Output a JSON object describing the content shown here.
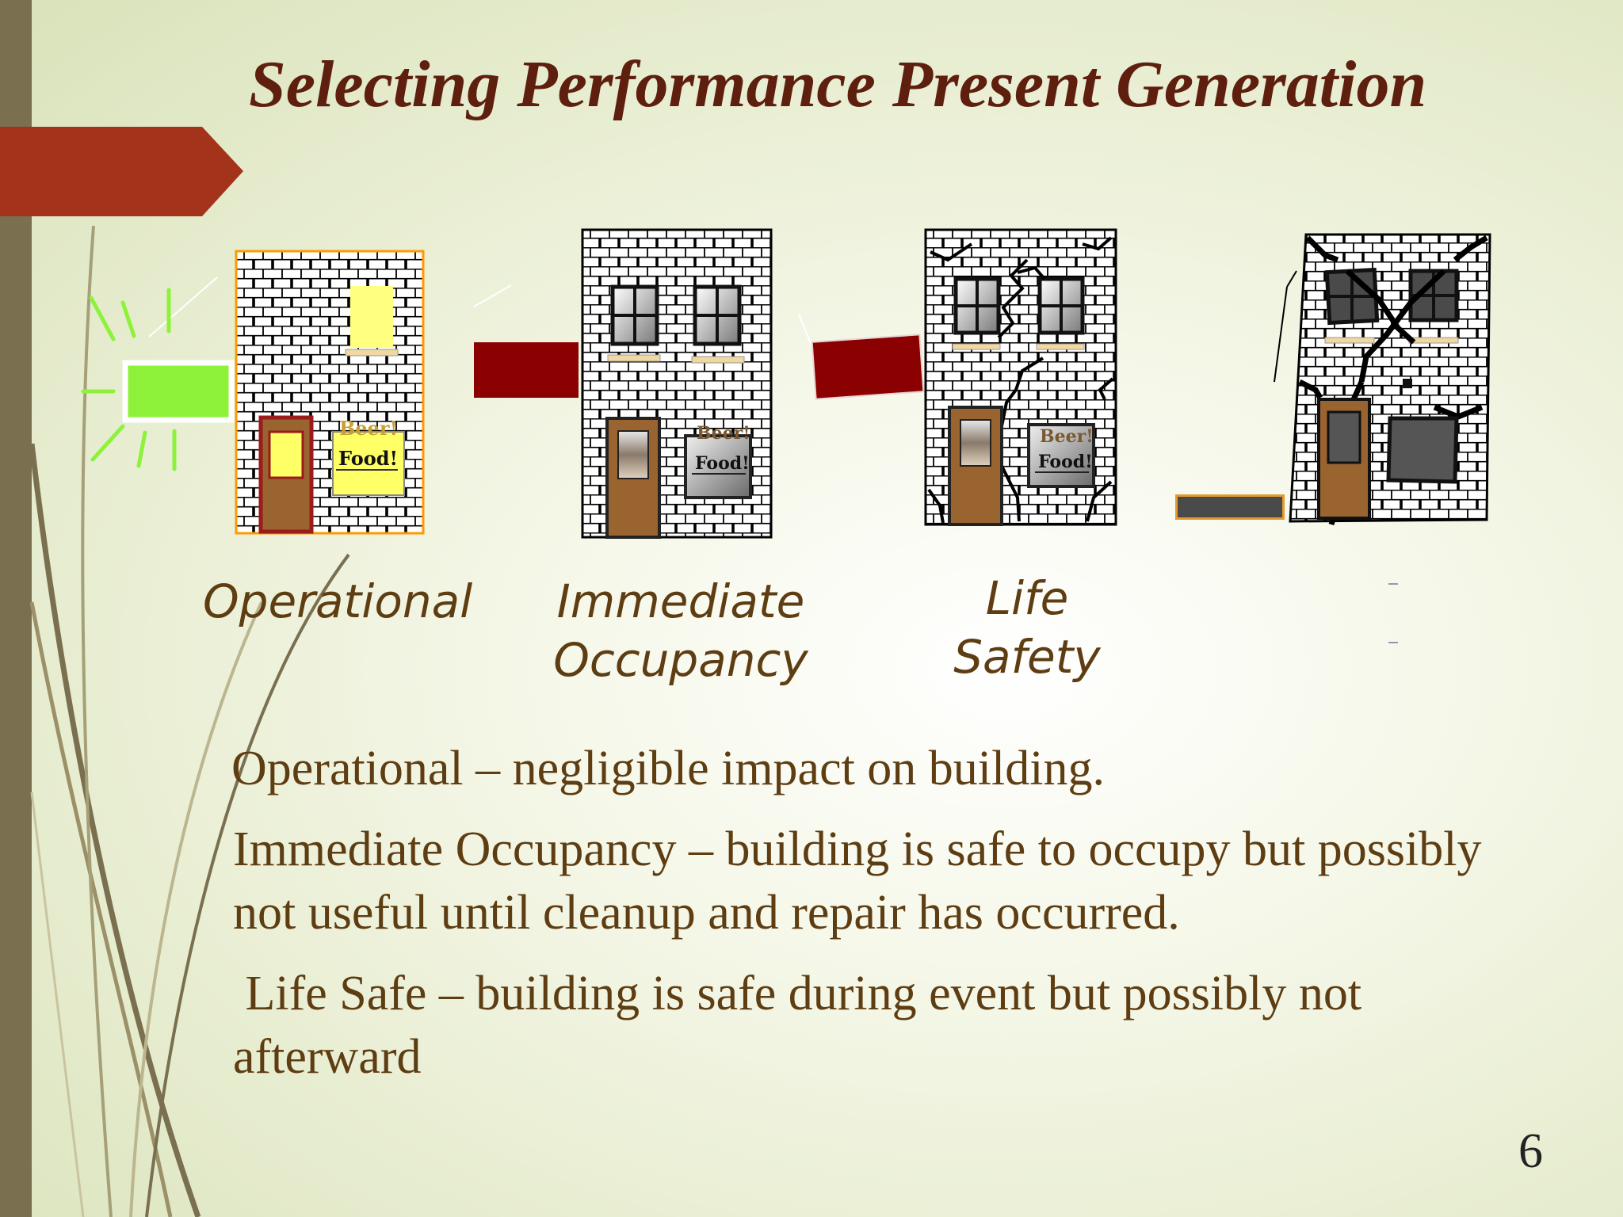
{
  "slide": {
    "title": "Selecting Performance Present Generation",
    "page_number": "6"
  },
  "levels": [
    {
      "label_line1": "Operational",
      "label_line2": ""
    },
    {
      "label_line1": "Immediate",
      "label_line2": "Occupancy"
    },
    {
      "label_line1": "Life",
      "label_line2": "Safety"
    }
  ],
  "signs": {
    "beer": "Beer!",
    "food": "Food!"
  },
  "descriptions": [
    {
      "text": "Operational – negligible impact on building."
    },
    {
      "text": "Immediate Occupancy – building is safe to occupy but possibly not useful until cleanup and repair has occurred."
    },
    {
      "text": " Life Safe – building is safe during event but possibly not afterward"
    }
  ],
  "colors": {
    "title": "#5e1f0f",
    "text": "#5e3d12",
    "arrow_tab": "#a3331a",
    "left_bar": "#7a7050",
    "door": "#9a6431",
    "dark_red_block": "#8b0000",
    "green_light": "#8ef23a"
  }
}
